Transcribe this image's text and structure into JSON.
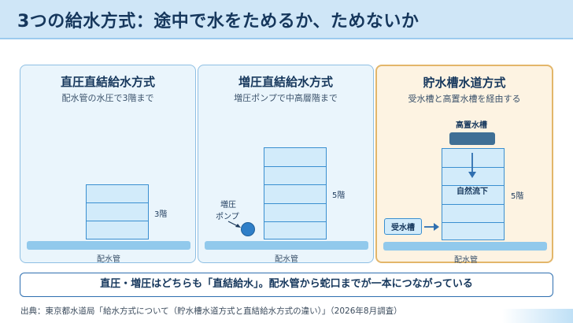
{
  "header": {
    "title": "3つの給水方式：途中で水をためるか、ためないか"
  },
  "panels": [
    {
      "title": "直圧直結給水方式",
      "subtitle": "配水管の水圧で3階まで",
      "floors_label": "3階",
      "main_label": "配水管"
    },
    {
      "title": "増圧直結給水方式",
      "subtitle": "増圧ポンプで中高層階まで",
      "floors_label": "5階",
      "pump_label_line1": "増圧",
      "pump_label_line2": "ポンプ",
      "main_label": "配水管"
    },
    {
      "title": "貯水槽水道方式",
      "subtitle": "受水槽と高置水槽を経由する",
      "floors_label": "5階",
      "high_tank_label": "高置水槽",
      "flow_label": "自然流下",
      "receiving_tank_label": "受水槽",
      "main_label": "配水管"
    }
  ],
  "note": "直圧・増圧はどちらも「直結給水」。配水管から蛇口までが一本につながっている",
  "source": "出典：東京都水道局「給水方式について（貯水槽水道方式と直結給水方式の違い）」（2026年8月調査）",
  "colors": {
    "header_bg": "#cfe6f7",
    "panel_blue_bg": "#eaf5fc",
    "panel_orange_bg": "#fdf3e2",
    "panel_orange_border": "#e3b66a",
    "floor_fill": "#d2ebfa",
    "floor_stroke": "#3a8fd0",
    "pump": "#2f7fc8",
    "high_tank": "#3f6f95"
  }
}
